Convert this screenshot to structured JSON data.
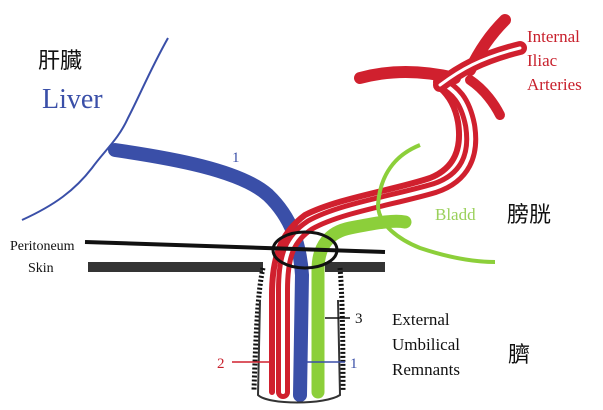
{
  "labels": {
    "liver_jp": "肝臓",
    "liver": "Liver",
    "internal_iliac_line1": "Internal",
    "internal_iliac_line2": "Iliac",
    "internal_iliac_line3": "Arteries",
    "bladder": "Bladd",
    "bladder_jp": "膀胱",
    "peritoneum": "Peritoneum",
    "skin": "Skin",
    "external_line1": "External",
    "external_line2": "Umbilical",
    "external_line3": "Remnants",
    "navel_jp": "臍",
    "num_1_vein_top": "1",
    "num_1_bottom": "1",
    "num_2": "2",
    "num_3": "3"
  },
  "colors": {
    "vein": "#3a4fa8",
    "artery": "#d0202e",
    "urachus": "#8ccf3a",
    "black": "#111111",
    "artery_text": "#c8202c",
    "vein_text": "#3a4fa8",
    "bladder_text": "#9ad05a"
  }
}
